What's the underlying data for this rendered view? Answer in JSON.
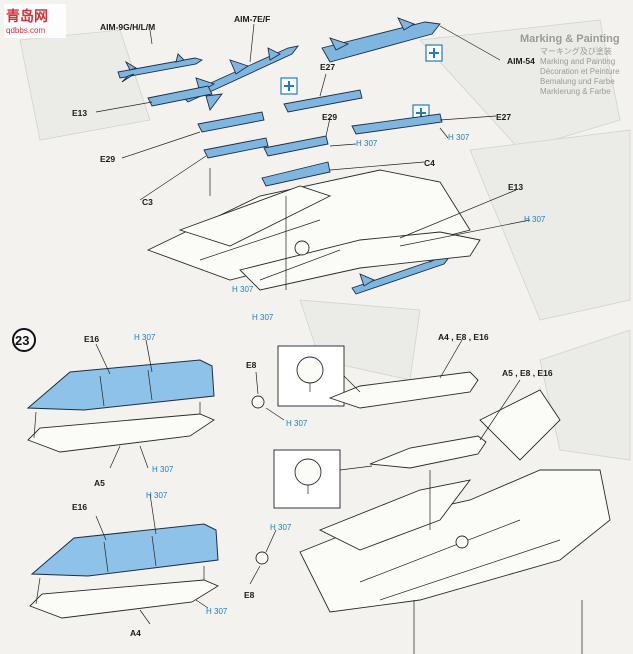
{
  "watermark": {
    "site_name": "青岛网",
    "site_url": "qdbbs.com"
  },
  "labels": {
    "aim9": "AIM-9G/H/L/M",
    "aim7": "AIM-7E/F",
    "aim54": "AIM-54",
    "e27_a": "E27",
    "e27_b": "E27",
    "e13_a": "E13",
    "e13_b": "E13",
    "e29_a": "E29",
    "e29_b": "E29",
    "c4": "C4",
    "c3": "C3",
    "step": "23",
    "e16_top": "E16",
    "e16_bot": "E16",
    "e8_top": "E8",
    "e8_bot": "E8",
    "a5": "A5",
    "a4": "A4",
    "callout_a4": "A4 , E8 , E16",
    "callout_a5": "A5 , E8 , E16"
  },
  "paint_codes": [
    "H 307",
    "H 307",
    "H 307",
    "H 307",
    "H 307",
    "H 307",
    "H 307",
    "H 307",
    "H 307",
    "H 307",
    "H 307"
  ],
  "sidebar": {
    "heading": "Marking & Painting",
    "lines": [
      "マーキング及び塗装",
      "Marking and Painting",
      "Décoration et Peinture",
      "Bemalung und Farbe",
      "Markierung & Farbe"
    ]
  },
  "colors": {
    "part_blue": "#7fb6e0",
    "paint_code_blue": "#1f7fb8",
    "logo_red": "#d4323a",
    "step_number_bg": "#ffffff"
  }
}
